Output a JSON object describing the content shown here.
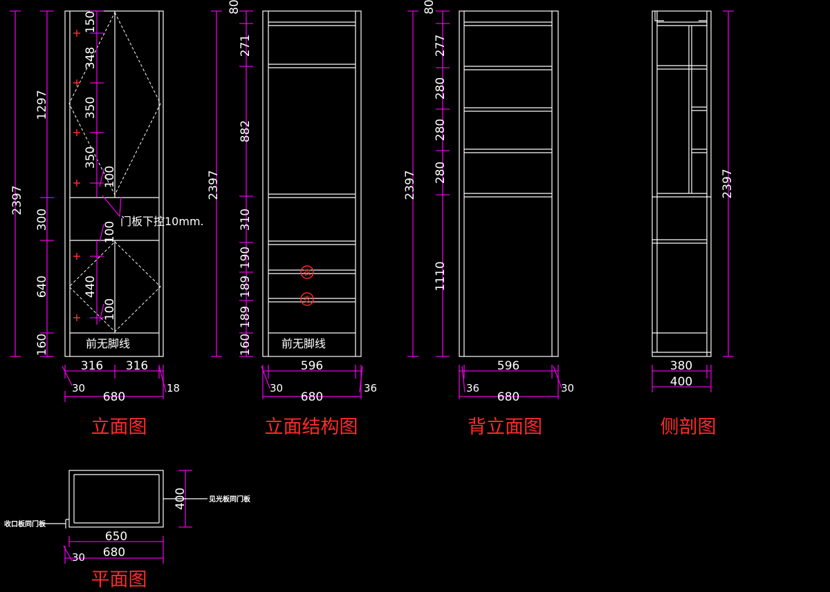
{
  "titles": {
    "elevation": "立面图",
    "structure": "立面结构图",
    "back": "背立面图",
    "section": "侧剖图",
    "plan": "平面图"
  },
  "notes": {
    "no_kick_1": "前无脚线",
    "no_kick_2": "前无脚线",
    "door_gap": "门板下控10mm.",
    "plan_right": "见光板同门板",
    "plan_left": "收口板同门板",
    "hanger": "衣"
  },
  "dims": {
    "elev_total": "2397",
    "elev_upper": "1297",
    "elev_mid": "300",
    "elev_lower": "640",
    "elev_base": "160",
    "elev_h1": "150",
    "elev_h2": "348",
    "elev_h3": "350",
    "elev_h4": "350",
    "elev_h5": "100",
    "elev_h6": "100",
    "elev_h7": "440",
    "elev_h8": "100",
    "elev_w1": "316",
    "elev_w2": "316",
    "elev_side_l": "30",
    "elev_side_r": "18",
    "elev_width": "680",
    "str_total": "2397",
    "str_top": "80",
    "str_s1": "271",
    "str_s2": "882",
    "str_s3": "310",
    "str_s4": "190",
    "str_s5": "189",
    "str_s6": "189",
    "str_s7": "160",
    "str_inner": "596",
    "str_side_l": "30",
    "str_side_r": "36",
    "str_width": "680",
    "back_total": "2397",
    "back_top": "80",
    "back_s1": "277",
    "back_s2": "280",
    "back_s3": "280",
    "back_s4": "280",
    "back_s5": "1110",
    "back_inner": "596",
    "back_side_l": "36",
    "back_side_r": "30",
    "back_width": "680",
    "sec_total": "2397",
    "sec_inner": "380",
    "sec_depth": "400",
    "plan_depth": "400",
    "plan_inner": "650",
    "plan_side": "30",
    "plan_width": "680"
  },
  "colors": {
    "background": "#000000",
    "outline": "#ffffff",
    "dimension": "#e600e6",
    "title": "#ff2a2a"
  }
}
